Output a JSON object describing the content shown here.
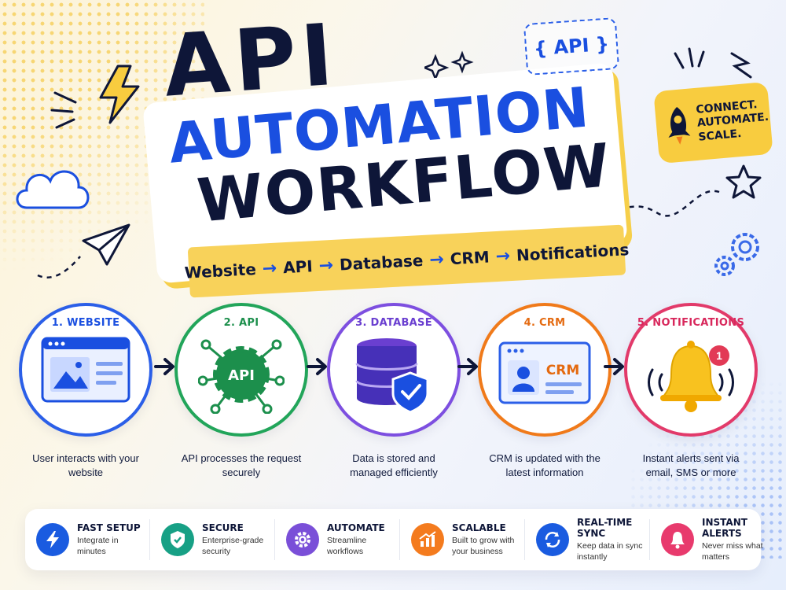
{
  "header": {
    "title_line1": "API",
    "title_line2": "AUTOMATION",
    "title_line3": "WORKFLOW",
    "api_tag": "{ API }",
    "tagline": [
      "CONNECT.",
      "AUTOMATE.",
      "SCALE."
    ]
  },
  "flow": {
    "items": [
      "Website",
      "API",
      "Database",
      "CRM",
      "Notifications"
    ],
    "separator": "→"
  },
  "steps": [
    {
      "label": "1. WEBSITE",
      "desc": "User interacts with your website",
      "color": "#2b5fe8"
    },
    {
      "label": "2. API",
      "desc": "API processes the request securely",
      "color": "#22a55a",
      "icon_text": "API"
    },
    {
      "label": "3. DATABASE",
      "desc": "Data is stored and managed efficiently",
      "color": "#7d4fe0"
    },
    {
      "label": "4. CRM",
      "desc": "CRM is updated with the latest information",
      "color": "#f07a1a",
      "icon_text": "CRM"
    },
    {
      "label": "5. NOTIFICATIONS",
      "desc": "Instant alerts sent via email, SMS or more",
      "color": "#e23a6a",
      "badge": "1"
    }
  ],
  "features": [
    {
      "title": "FAST SETUP",
      "desc": "Integrate in minutes",
      "color": "#1a5be0",
      "icon": "bolt-icon"
    },
    {
      "title": "SECURE",
      "desc": "Enterprise-grade security",
      "color": "#17a085",
      "icon": "shield-icon"
    },
    {
      "title": "AUTOMATE",
      "desc": "Streamline workflows",
      "color": "#7a4fd8",
      "icon": "gear-icon"
    },
    {
      "title": "SCALABLE",
      "desc": "Built to grow with your business",
      "color": "#f47b1e",
      "icon": "growth-chart-icon"
    },
    {
      "title": "REAL-TIME SYNC",
      "desc": "Keep data in sync instantly",
      "color": "#1a5be0",
      "icon": "sync-icon"
    },
    {
      "title": "INSTANT ALERTS",
      "desc": "Never miss what matters",
      "color": "#e83a6d",
      "icon": "bell-icon"
    }
  ]
}
